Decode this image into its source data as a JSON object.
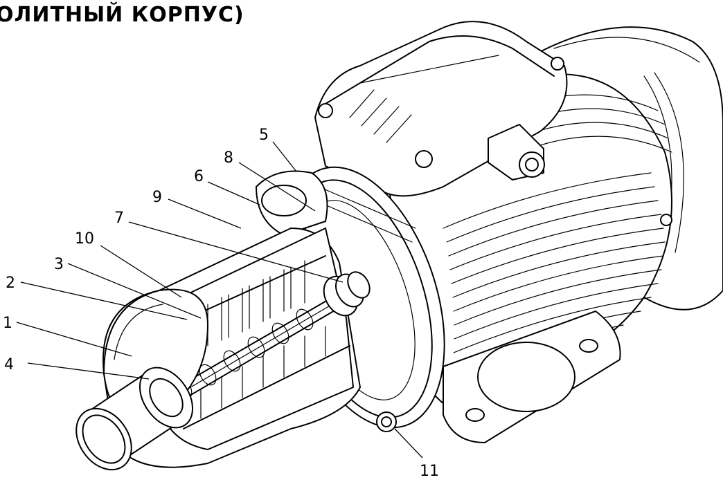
{
  "title": "ОЛИТНЫЙ КОРПУС)",
  "callouts": {
    "c1": "1",
    "c2": "2",
    "c3": "3",
    "c4": "4",
    "c5": "5",
    "c6": "6",
    "c7": "7",
    "c8": "8",
    "c9": "9",
    "c10": "10",
    "c11": "11"
  }
}
